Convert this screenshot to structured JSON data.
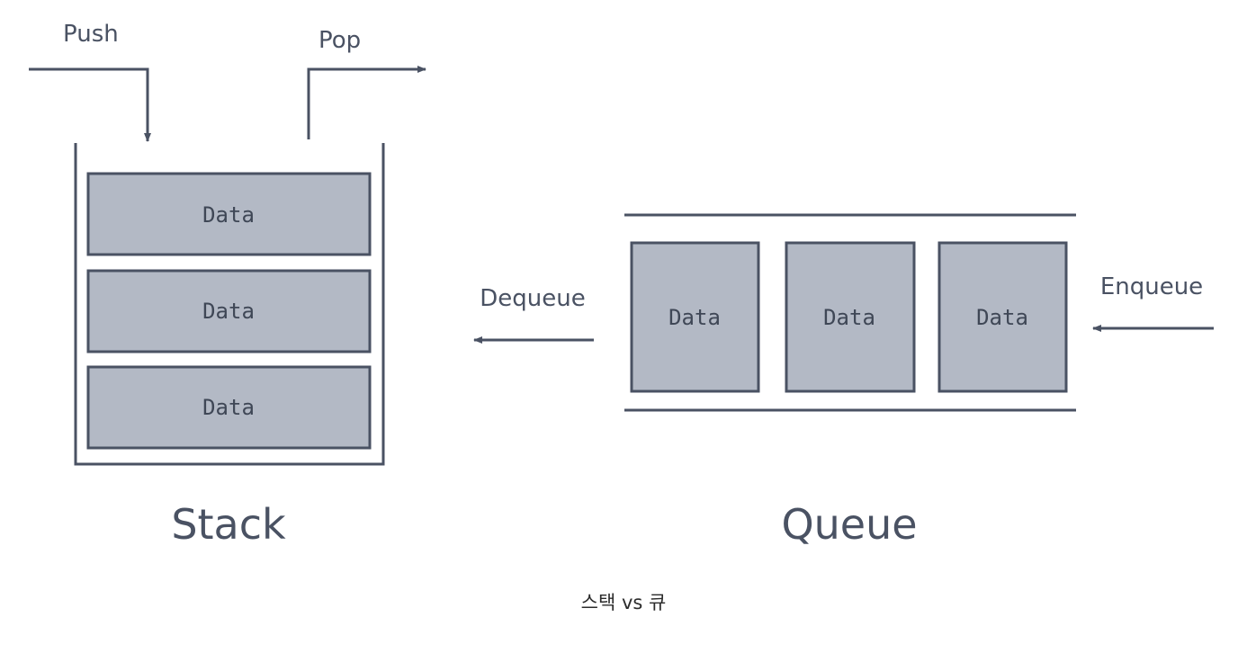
{
  "colors": {
    "line": "#4a5263",
    "box_fill": "#b3b9c5",
    "box_stroke": "#4a5263",
    "text": "#4a5263",
    "background": "#ffffff"
  },
  "stack": {
    "title": "Stack",
    "push_label": "Push",
    "pop_label": "Pop",
    "items": [
      "Data",
      "Data",
      "Data"
    ]
  },
  "queue": {
    "title": "Queue",
    "enqueue_label": "Enqueue",
    "dequeue_label": "Dequeue",
    "items": [
      "Data",
      "Data",
      "Data"
    ]
  },
  "caption": "스택 vs 큐"
}
